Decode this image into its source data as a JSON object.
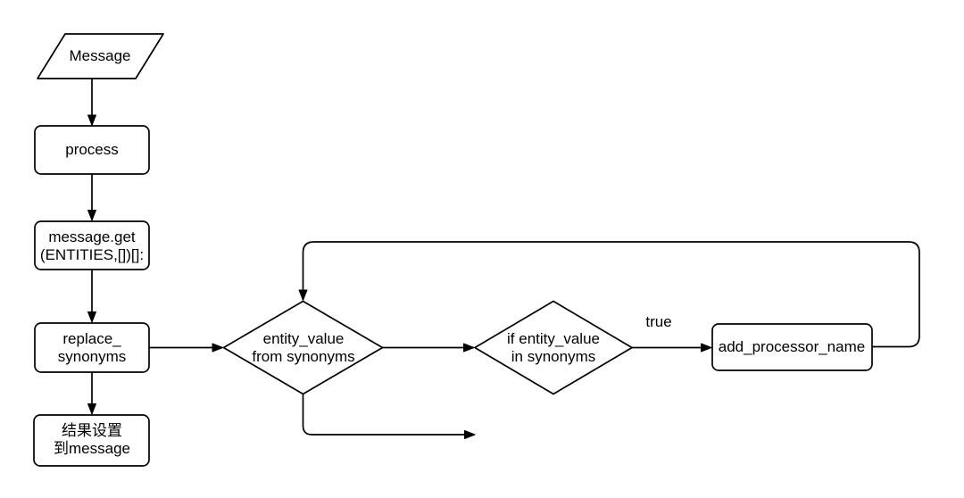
{
  "colors": {
    "background": "#ffffff",
    "shape_fill": "#ffffff",
    "stroke": "#000000",
    "text": "#000000"
  },
  "flowchart": {
    "nodes": {
      "message": {
        "shape": "parallelogram",
        "label": "Message"
      },
      "process": {
        "shape": "rounded-rect",
        "label": "process"
      },
      "message_get": {
        "shape": "rounded-rect",
        "label": "message.get\n(ENTITIES,[])[]:"
      },
      "replace_synonyms": {
        "shape": "rounded-rect",
        "label": "replace_\nsynonyms"
      },
      "set_result_to_message": {
        "shape": "rounded-rect",
        "label": "结果设置\n到message"
      },
      "from_synonyms_decision": {
        "shape": "diamond",
        "label": "entity_value\nfrom synonyms"
      },
      "in_synonyms_decision": {
        "shape": "diamond",
        "label": "if entity_value\nin synonyms"
      },
      "add_processor_name": {
        "shape": "rounded-rect",
        "label": "add_processor_name"
      }
    },
    "edges": [
      {
        "from": "message",
        "to": "process",
        "label": ""
      },
      {
        "from": "process",
        "to": "message_get",
        "label": ""
      },
      {
        "from": "message_get",
        "to": "replace_synonyms",
        "label": ""
      },
      {
        "from": "replace_synonyms",
        "to": "set_result_to_message",
        "label": ""
      },
      {
        "from": "replace_synonyms",
        "to": "from_synonyms_decision",
        "label": ""
      },
      {
        "from": "from_synonyms_decision",
        "to": "in_synonyms_decision",
        "label": ""
      },
      {
        "from": "in_synonyms_decision",
        "to": "add_processor_name",
        "label": "true"
      },
      {
        "from": "add_processor_name",
        "to": "from_synonyms_decision",
        "label": "",
        "type": "loop-back"
      },
      {
        "from": "from_synonyms_decision",
        "to": "",
        "label": "",
        "type": "open-exit"
      }
    ]
  }
}
